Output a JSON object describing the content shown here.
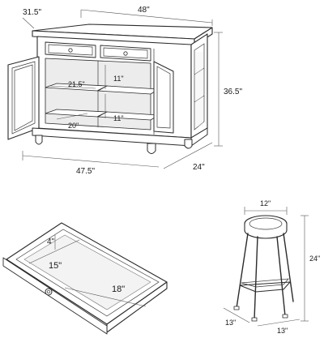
{
  "island": {
    "dimensions": {
      "depth_top": "31.5\"",
      "width_top": "48\"",
      "height": "36.5\"",
      "shelf_width": "21.5\"",
      "shelf_gap_upper": "11\"",
      "shelf_gap_lower": "11\"",
      "shelf_depth": "20\"",
      "base_width": "47.5\"",
      "base_depth": "24\""
    }
  },
  "drawer": {
    "dimensions": {
      "height": "4\"",
      "depth": "15\"",
      "width": "18\""
    }
  },
  "stool": {
    "dimensions": {
      "seat_diameter": "12\"",
      "height": "24\"",
      "base_depth": "13\"",
      "base_width": "13\""
    }
  }
}
